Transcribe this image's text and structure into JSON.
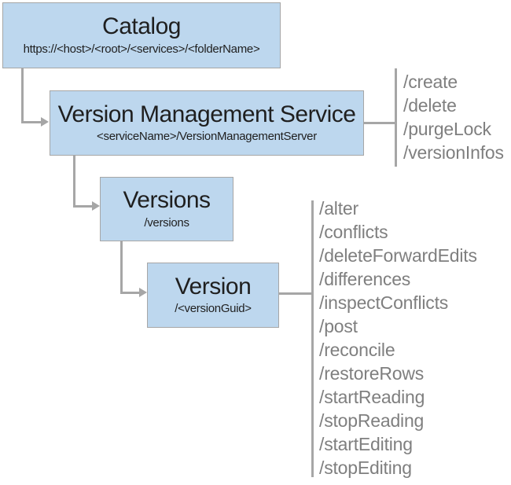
{
  "nodes": {
    "catalog": {
      "title": "Catalog",
      "subtitle": "https://<host>/<root>/<services>/<folderName>"
    },
    "vms": {
      "title": "Version Management Service",
      "subtitle": "<serviceName>/VersionManagementServer"
    },
    "versions": {
      "title": "Versions",
      "subtitle": "/versions"
    },
    "version": {
      "title": "Version",
      "subtitle": "/<versionGuid>"
    }
  },
  "vms_operations": [
    "/create",
    "/delete",
    "/purgeLock",
    "/versionInfos"
  ],
  "version_operations": [
    "/alter",
    "/conflicts",
    "/deleteForwardEdits",
    "/differences",
    "/inspectConflicts",
    "/post",
    "/reconcile",
    "/restoreRows",
    "/startReading",
    "/stopReading",
    "/startEditing",
    "/stopEditing"
  ],
  "colors": {
    "node_fill": "#bdd7ee",
    "node_border": "#a6a6a6",
    "connector": "#a6a6a6",
    "operation_text": "#7f7f7f",
    "node_text": "#1f1f1f"
  }
}
